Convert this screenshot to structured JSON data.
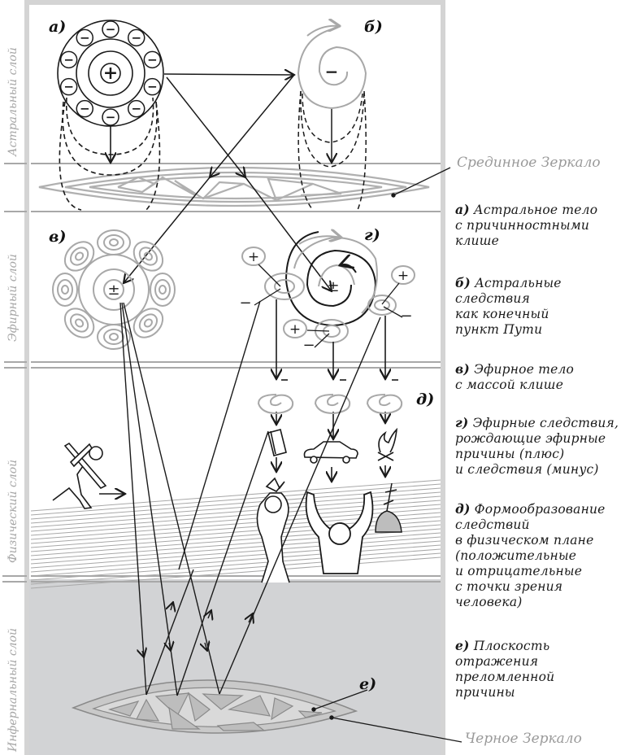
{
  "layers": [
    {
      "id": "astral",
      "label": "Астральный слой"
    },
    {
      "id": "etheric",
      "label": "Эфирный слой"
    },
    {
      "id": "physical",
      "label": "Физический слой"
    },
    {
      "id": "infernal",
      "label": "Инфернальный слой"
    }
  ],
  "mirrors": {
    "middle": "Срединное Зеркало",
    "black": "Черное Зеркало"
  },
  "item_tags": {
    "a": "а)",
    "b": "б)",
    "v": "в)",
    "g": "г)",
    "d": "д)",
    "e": "е)"
  },
  "symbols": {
    "plus": "+",
    "minus": "−",
    "plus_minus": "±"
  },
  "legend": [
    {
      "key": "а)",
      "text": "Астральное тело\nс причинностными\nклише"
    },
    {
      "key": "б)",
      "text": "Астральные\nследствия\nкак конечный\nпункт Пути"
    },
    {
      "key": "в)",
      "text": "Эфирное тело\nс массой клише"
    },
    {
      "key": "г)",
      "text": "Эфирные следствия,\nрождающие эфирные\nпричины (плюс)\nи следствия (минус)"
    },
    {
      "key": "д)",
      "text": "Формообразование\nследствий\nв физическом плане\n(положительные\nи отрицательные\nс точки зрения\nчеловека)"
    },
    {
      "key": "е)",
      "text": "Плоскость\nотражения\nпреломленной\nпричины"
    }
  ],
  "colors": {
    "ink": "#1a1a1a",
    "gray_line": "#a8a8a8",
    "frame": "#d4d4d4",
    "infernal_bg": "#d2d3d5",
    "mirror_fill": "#bdbdbd"
  }
}
